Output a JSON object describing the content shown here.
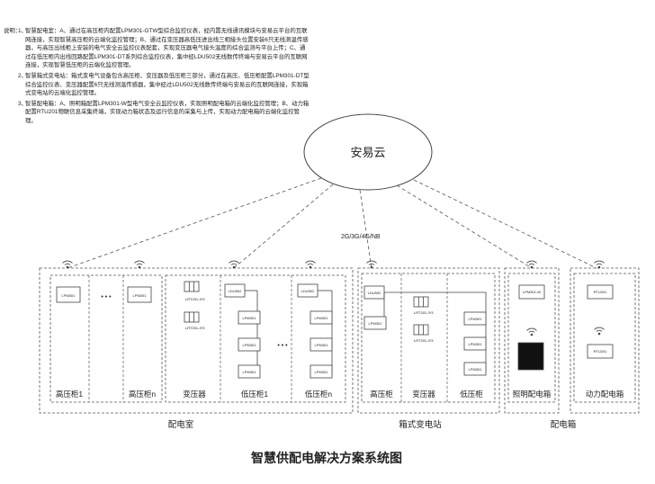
{
  "notes": {
    "label": "说明：",
    "items": [
      {
        "num": "1、",
        "text": "智慧配电室：A、通过在高压柜内配置LPM301-GTW型综合监控仪表，经内置无线通讯模块与安易云平台的互联网连接，实现智慧高压柜的云端化监控管理；B、通过在变压器高低压进出线三相接头位置安装6只无线测温传感器，与高压出线柜上安装的电气安全云监控仪表配套，实现变压器电气接头温度的综合监测与平台上传；C、通过在低压柜内出线回路配置LPM301-DT系列综合监控仪表，集中经LDU502无线数传终端与安易云平台的互联网连接，实现智慧低压柜的云端化监控管理。"
      },
      {
        "num": "2、",
        "text": "智慧箱式变电站：箱式变电气设备包含高压柜、变压器及低压柜三部分，通过在高压、低压柜配置LPM301-DT型综合监控仪表、变压器配置6只无线测温传感器，集中经过LDU502无线数传终端与安易云的互联网连接，实现箱式变电站的云端化监控管理。"
      },
      {
        "num": "3、",
        "text": "智慧配电箱：A、照明箱配置LPM301-W型电气安全云监控仪表，实现照明配电箱的云端化监控管理；B、动力箱配置RTU201物联信息采集终端，实现动力箱状态及运行信息的采集与上传，实现动力配电箱的云端化监控管理。"
      }
    ]
  },
  "cloud": {
    "label": "安易云"
  },
  "network_label": "2G/3G/4G/NB",
  "device_labels": {
    "lpm": "LPM301",
    "lpm_w": "LPM301-W",
    "ldu": "LDU502",
    "lrt": "LRT201-3*3",
    "rtu": "RTU201"
  },
  "ellipsis": "• • •",
  "cabinets": {
    "hv1": "高压柜1",
    "hvn": "高压柜n",
    "transformer": "变压器",
    "lv1": "低压柜1",
    "lvn": "低压柜n",
    "box_hv": "高压柜",
    "box_transformer": "变压器",
    "box_lv": "低压柜",
    "lighting": "照明配电箱",
    "power": "动力配电箱"
  },
  "groups": {
    "room": "配电室",
    "substation": "箱式变电站",
    "distribution_box": "配电箱"
  },
  "title": "智慧供配电解决方案系统图",
  "colors": {
    "line": "#444444",
    "text": "#222222",
    "background": "#ffffff"
  }
}
